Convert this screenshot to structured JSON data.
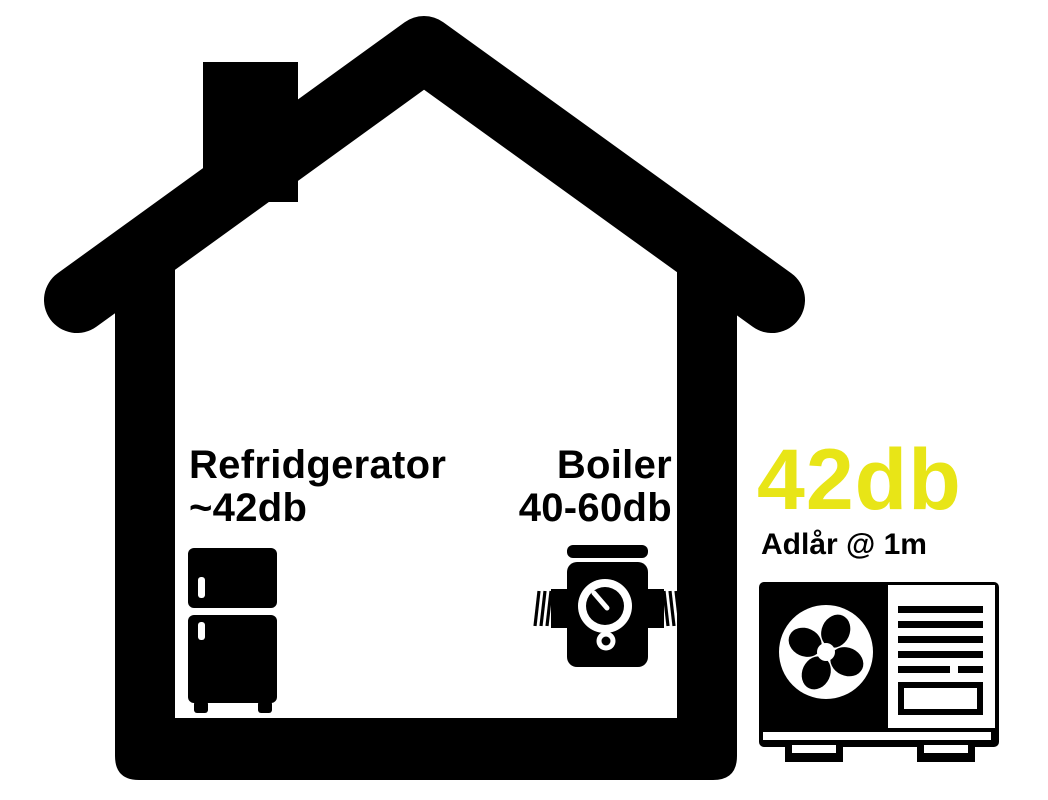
{
  "background": "#ffffff",
  "ink_color": "#000000",
  "accent_color": "#e8e517",
  "house": {
    "refrigerator_label": {
      "name": "Refridgerator",
      "level": "~42db"
    },
    "boiler_label": {
      "name": "Boiler",
      "level": "40-60db"
    }
  },
  "heat_pump": {
    "level": "42db",
    "caption": "Adlår @ 1m"
  }
}
